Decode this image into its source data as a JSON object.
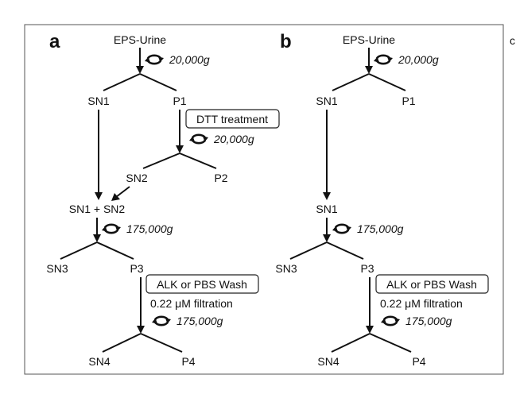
{
  "panel_a": {
    "label": "a",
    "source": "EPS-Urine",
    "spin1": "20,000g",
    "sn1": "SN1",
    "p1": "P1",
    "dtt_box": "DTT treatment",
    "spin2": "20,000g",
    "sn2": "SN2",
    "p2": "P2",
    "combined": "SN1 + SN2",
    "spin3": "175,000g",
    "sn3": "SN3",
    "p3": "P3",
    "wash_box": "ALK or PBS Wash",
    "filtration": "0.22 μM filtration",
    "spin4": "175,000g",
    "sn4": "SN4",
    "p4": "P4"
  },
  "panel_b": {
    "label": "b",
    "source": "EPS-Urine",
    "spin1": "20,000g",
    "sn1_top": "SN1",
    "p1": "P1",
    "sn1_mid": "SN1",
    "spin3": "175,000g",
    "sn3": "SN3",
    "p3": "P3",
    "wash_box": "ALK or PBS Wash",
    "filtration": "0.22 μM filtration",
    "spin4": "175,000g",
    "sn4": "SN4",
    "p4": "P4"
  },
  "panel_c_partial": {
    "label": "c"
  },
  "icons": {
    "centrifuge": "centrifuge-cycle-icon"
  }
}
